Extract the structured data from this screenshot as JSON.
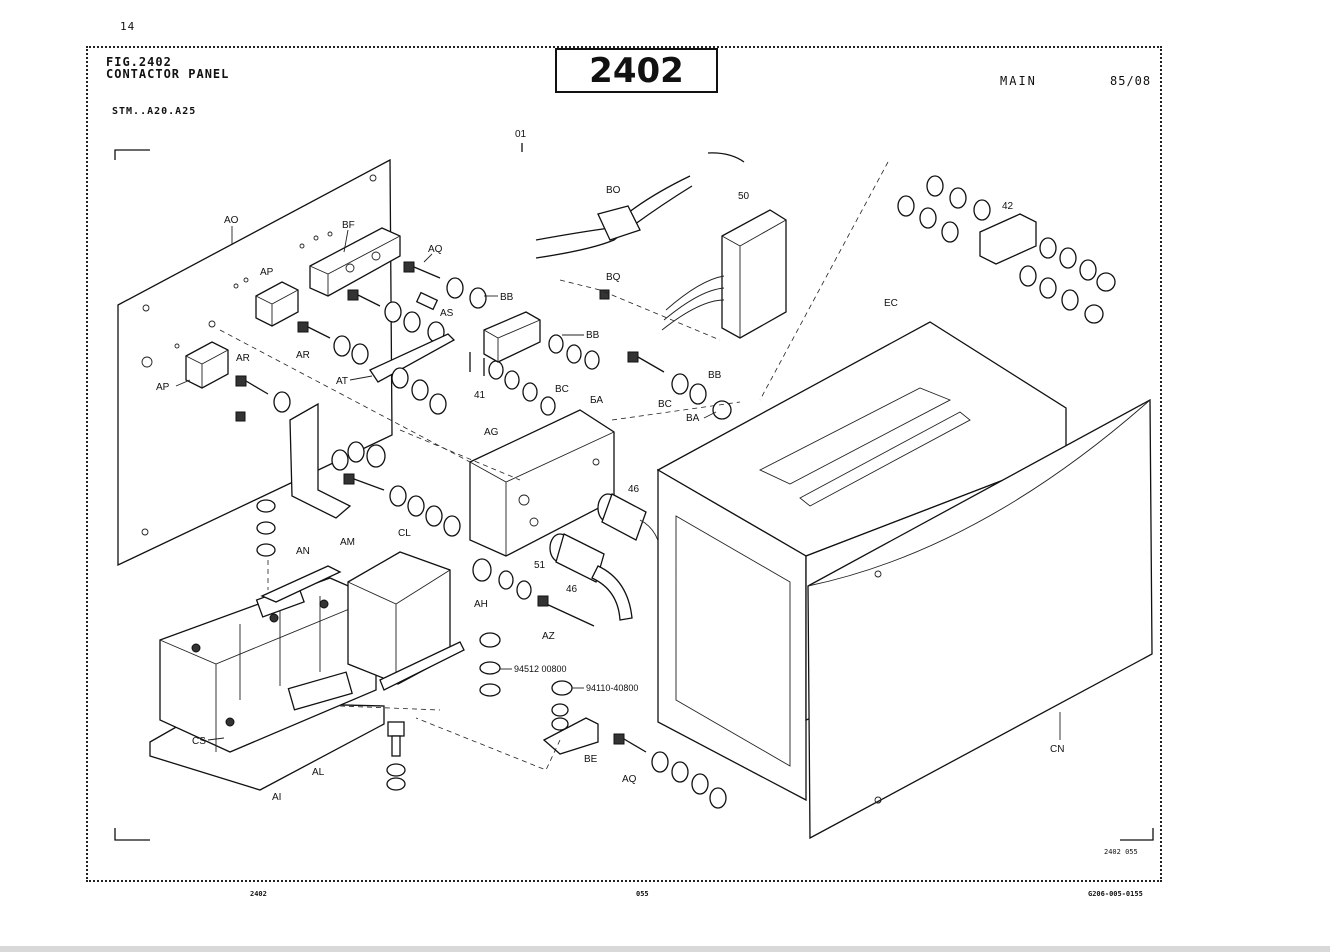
{
  "page_number": "14",
  "figure_box": "2402",
  "fig_title_line1": "FIG.2402",
  "fig_title_line2": "CONTACTOR PANEL",
  "models": "STM..A20.A25",
  "section": "MAIN",
  "date": "85/08",
  "drawing_ref": "2402 055",
  "footer": {
    "left": "2402",
    "center": "055",
    "right": "G206-005-0155"
  },
  "callouts": [
    "01",
    "AO",
    "BF",
    "AQ",
    "AP",
    "AR",
    "AS",
    "BB",
    "BQ",
    "BO",
    "50",
    "42",
    "EC",
    "AT",
    "41",
    "BC",
    "BA",
    "AG",
    "46",
    "AM",
    "AN",
    "CL",
    "51",
    "AH",
    "AZ",
    "94512 00800",
    "94110-40800",
    "CS",
    "AL",
    "AI",
    "BE",
    "CN"
  ]
}
